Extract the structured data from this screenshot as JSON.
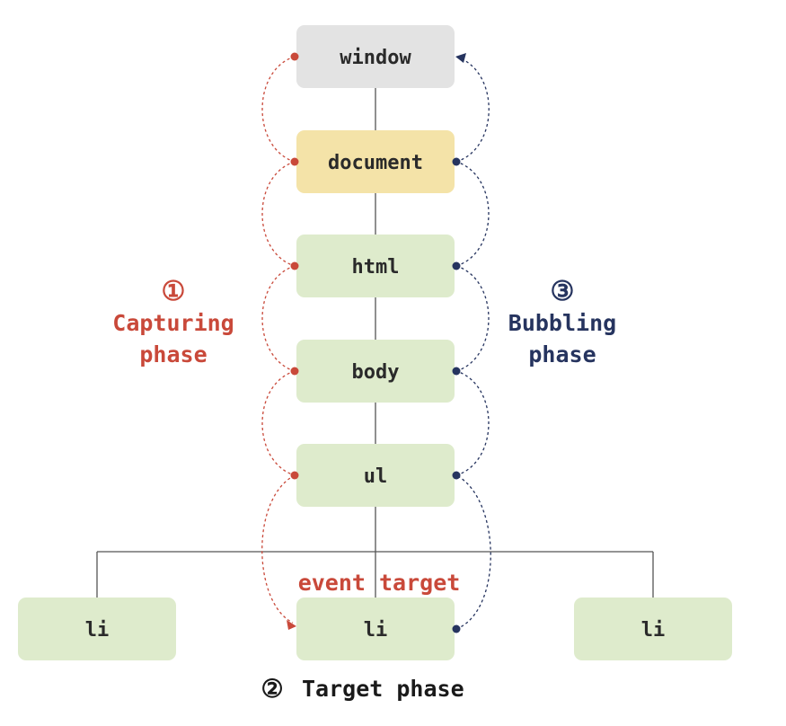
{
  "colors": {
    "window_fill": "#e3e3e3",
    "document_fill": "#f4e3a8",
    "element_fill": "#deebcc",
    "tree_line": "#555555",
    "capturing": "#c9493a",
    "bubbling": "#26345f",
    "text": "#2a2a2a"
  },
  "nodes": {
    "window": "window",
    "document": "document",
    "html": "html",
    "body": "body",
    "ul": "ul",
    "li_left": "li",
    "li_center": "li",
    "li_right": "li"
  },
  "capturing": {
    "number": "①",
    "line1": "Capturing",
    "line2": "phase"
  },
  "bubbling": {
    "number": "③",
    "line1": "Bubbling",
    "line2": "phase"
  },
  "event_target_label": "event target",
  "target_phase": {
    "number": "②",
    "label": "Target phase"
  }
}
